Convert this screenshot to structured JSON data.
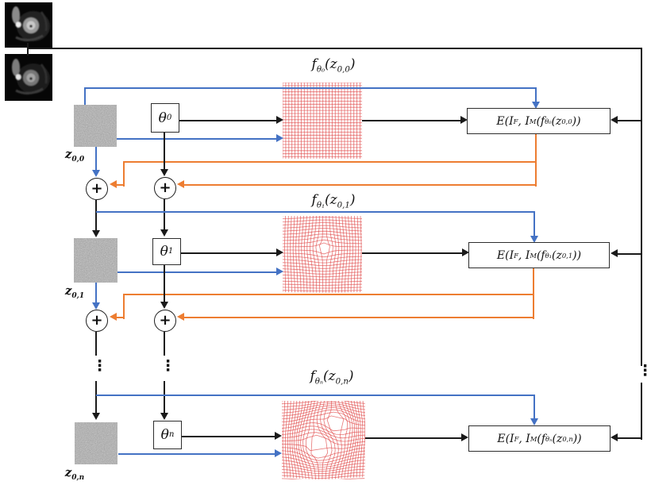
{
  "colors": {
    "line_black": "#1a1a1a",
    "flow_blue": "#4472C4",
    "feedback_orange": "#ED7D31",
    "grid_red": "#E04A4A",
    "noise_gray": "#9b9b9b"
  },
  "images": {
    "fixed": "cardiac-mri-fixed-image",
    "moving": "cardiac-mri-moving-image"
  },
  "rows": [
    {
      "z_label": "z_{0,0}",
      "theta_label": "θ_{0}",
      "warp_label": "f_{θ₀}(z_{0,0})",
      "energy_label": "E(I_{F}, I_{M}(f_{θ₀}(z_{0,0}))",
      "grid_deformation": "none",
      "has_feedback": true
    },
    {
      "z_label": "z_{0,1}",
      "theta_label": "θ_{1}",
      "warp_label": "f_{θ₁}(z_{0,1})",
      "energy_label": "E(I_{F}, I_{M}(f_{θ₁}(z_{0,1}))",
      "grid_deformation": "medium",
      "has_feedback": true
    },
    {
      "z_label": "z_{0,n}",
      "theta_label": "θ_{n}",
      "warp_label": "f_{θₙ}(z_{0,n})",
      "energy_label": "E(I_{F}, I_{M}(f_{θₙ}(z_{0,n}))",
      "grid_deformation": "strong",
      "has_feedback": false
    }
  ],
  "symbols": {
    "plus": "+",
    "vertical_ellipsis": "⋮"
  }
}
